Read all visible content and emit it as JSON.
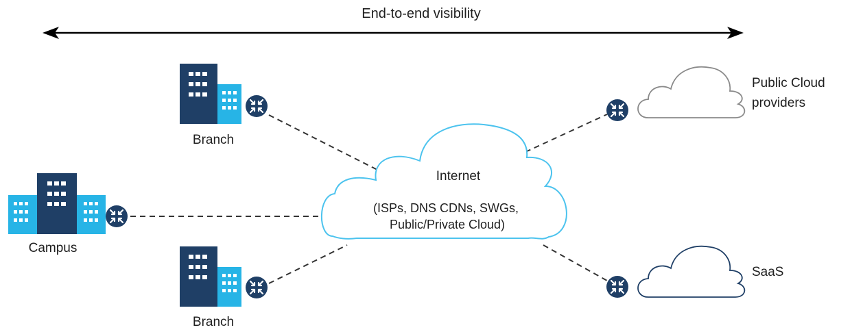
{
  "title": "End-to-end visibility",
  "nodes": {
    "branch_top": {
      "label": "Branch"
    },
    "campus": {
      "label": "Campus"
    },
    "branch_bottom": {
      "label": "Branch"
    },
    "internet": {
      "label": "Internet",
      "detail_line1": "(ISPs, DNS CDNs, SWGs,",
      "detail_line2": "Public/Private Cloud)"
    },
    "public_cloud": {
      "label_line1": "Public Cloud",
      "label_line2": "providers"
    },
    "saas": {
      "label": "SaaS"
    }
  },
  "colors": {
    "building_dark": "#1f3f66",
    "building_light": "#27b4e6",
    "router": "#1f3f66",
    "internet_cloud_stroke": "#4cc3ee",
    "public_cloud_stroke": "#8a8a8a",
    "saas_cloud_stroke": "#1f3f66",
    "link": "#333333",
    "arrow": "#000000"
  },
  "icons": [
    "building-icon",
    "router-icon",
    "cloud-icon",
    "double-arrow-icon"
  ]
}
